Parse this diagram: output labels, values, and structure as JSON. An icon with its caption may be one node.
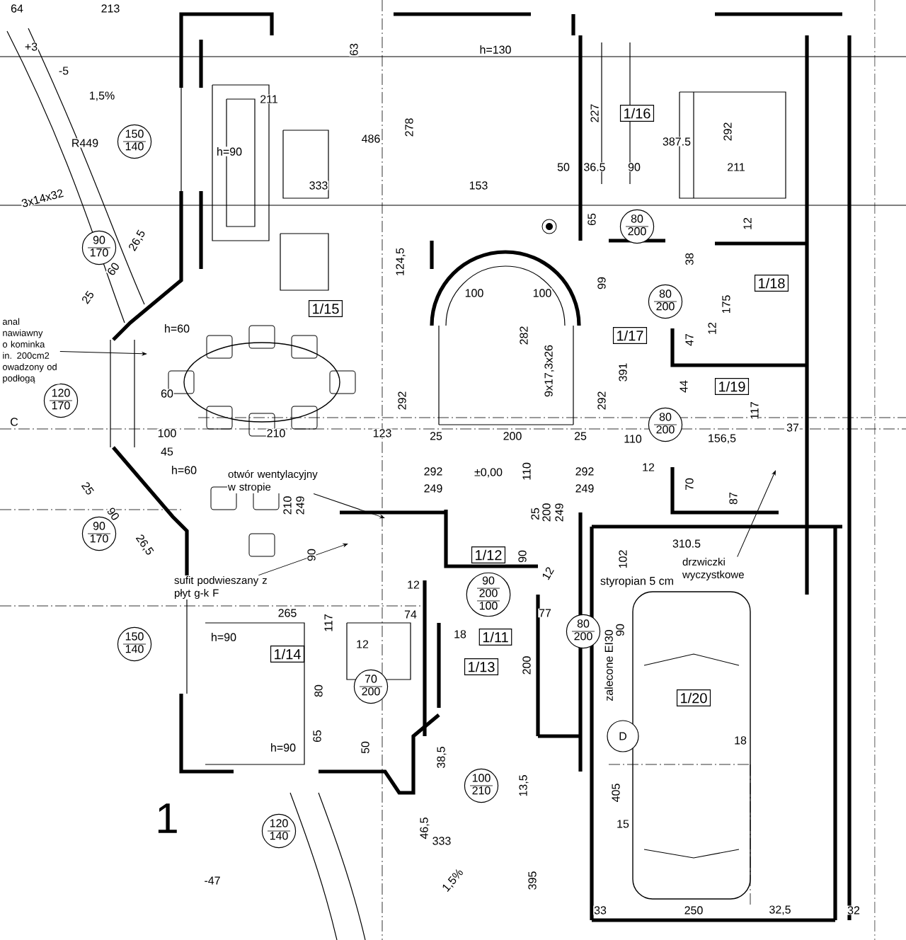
{
  "diagram": {
    "nodes": [
      {
        "text": [
          "1/15"
        ]
      },
      {
        "text": [
          "1/16"
        ]
      },
      {
        "text": [
          "1/18"
        ]
      },
      {
        "text": [
          "1/17"
        ]
      },
      {
        "text": [
          "1/19"
        ]
      },
      {
        "text": [
          "1/12"
        ]
      },
      {
        "text": [
          "1/14"
        ]
      },
      {
        "text": [
          "1/11"
        ]
      },
      {
        "text": [
          "1/13"
        ]
      },
      {
        "text": [
          "1/20"
        ]
      },
      {
        "text": [
          "150",
          "140"
        ]
      },
      {
        "text": [
          "90",
          "170"
        ]
      },
      {
        "text": [
          "120",
          "170"
        ]
      },
      {
        "text": [
          "90",
          "170"
        ]
      },
      {
        "text": [
          "150",
          "140"
        ]
      },
      {
        "text": [
          "120",
          "140"
        ]
      },
      {
        "text": [
          "80",
          "200"
        ]
      },
      {
        "text": [
          "80",
          "200"
        ]
      },
      {
        "text": [
          "80",
          "200"
        ]
      },
      {
        "text": [
          "90",
          "200",
          "100"
        ]
      },
      {
        "text": [
          "70",
          "200"
        ]
      },
      {
        "text": [
          "80",
          "200"
        ]
      },
      {
        "text": [
          "100",
          "210"
        ]
      },
      {
        "text": [
          "D"
        ]
      },
      {
        "text": [
          "anal nawiawny o kominka in. 200cm2 owadzony od podłogą"
        ]
      },
      {
        "text": [
          "otwór wentylacyjny w stropie"
        ]
      },
      {
        "text": [
          "sufit podwieszany z płyt g-k F"
        ]
      },
      {
        "text": [
          "drzwiczki wyczystkowe"
        ]
      }
    ],
    "edges": [
      {
        "from": 24,
        "to": null,
        "arrow": "to"
      },
      {
        "from": 25,
        "to": null,
        "arrow": "to"
      },
      {
        "from": 26,
        "to": null,
        "arrow": "to"
      },
      {
        "from": 27,
        "to": null,
        "arrow": "to"
      }
    ],
    "labels": [
      "64",
      "213",
      "+3",
      "-5",
      "1,5%",
      "R449",
      "3x14x32",
      "h=90",
      "26,5",
      "60",
      "25",
      "211",
      "63",
      "486",
      "278",
      "333",
      "124,5",
      "h=130",
      "227",
      "387.5",
      "292",
      "50",
      "36.5",
      "90",
      "211",
      "153",
      "65",
      "12",
      "38",
      "99",
      "175",
      "100",
      "100",
      "h=60",
      "60",
      "C",
      "100",
      "45",
      "210",
      "123",
      "292",
      "h=60",
      "25",
      "90",
      "26,5",
      "292",
      "249",
      "210",
      "249",
      "90",
      "265",
      "12",
      "74",
      "117",
      "282",
      "9x17,3x26",
      "391",
      "292",
      "47",
      "12",
      "44",
      "117",
      "110",
      "156,5",
      "37",
      "12",
      "70",
      "87",
      "25",
      "200",
      "25",
      "±0,00",
      "110",
      "292",
      "249",
      "25",
      "200",
      "249",
      "90",
      "12",
      "77",
      "102",
      "310.5",
      "styropian 5 cm",
      "h=90",
      "12",
      "80",
      "65",
      "h=90",
      "50",
      "1",
      "38,5",
      "46,5",
      "333",
      "-47",
      "18",
      "200",
      "90",
      "zalecone EI30",
      "18",
      "13,5",
      "405",
      "15",
      "1,5%",
      "395",
      "33",
      "250",
      "32,5",
      "32"
    ]
  }
}
